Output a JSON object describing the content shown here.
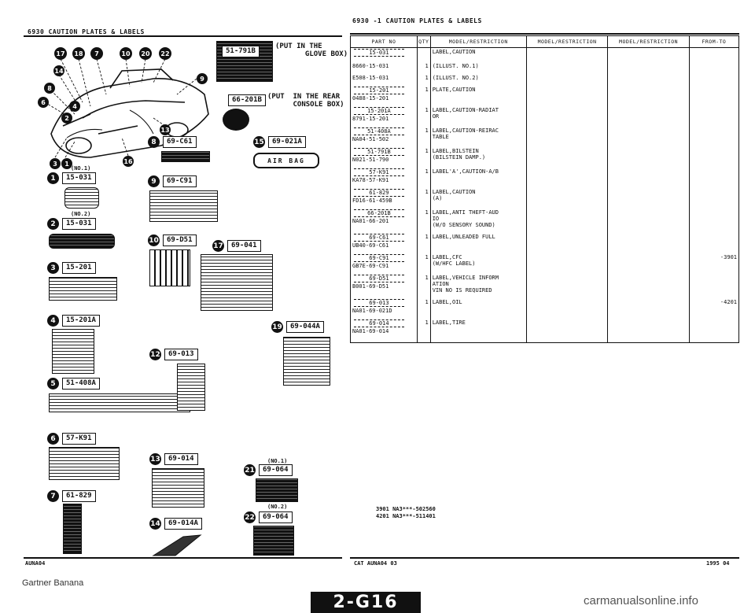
{
  "left_page": {
    "header": "6930   CAUTION PLATES & LABELS",
    "footer_code": "AUNA04",
    "notes": {
      "glove": "(PUT IN THE\n       GLOVE BOX)",
      "console": "(PUT  IN THE REAR\n      CONSOLE BOX)"
    },
    "callouts": [
      {
        "no": "1",
        "part": "15-031",
        "sub": "(NO.1)"
      },
      {
        "no": "2",
        "part": "15-031",
        "sub": "(NO.2)"
      },
      {
        "no": "3",
        "part": "15-201"
      },
      {
        "no": "4",
        "part": "15-201A"
      },
      {
        "no": "5",
        "part": "51-408A"
      },
      {
        "no": "6",
        "part": "57-K91"
      },
      {
        "no": "7",
        "part": "61-829"
      },
      {
        "no": "8",
        "part": "69-C61"
      },
      {
        "no": "9",
        "part": "69-C91"
      },
      {
        "no": "10",
        "part": "69-D51"
      },
      {
        "no": "12",
        "part": "69-013"
      },
      {
        "no": "13",
        "part": "69-014"
      },
      {
        "no": "14",
        "part": "69-014A"
      },
      {
        "no": "15",
        "part": "69-021A"
      },
      {
        "no": "17",
        "part": "69-041"
      },
      {
        "no": "19",
        "part": "69-044A"
      },
      {
        "no": "21",
        "part": "69-064",
        "sub": "(NO.1)"
      },
      {
        "no": "22",
        "part": "69-064",
        "sub": "(NO.2)"
      },
      {
        "no": "",
        "part": "51-791B"
      },
      {
        "no": "",
        "part": "66-201B"
      }
    ],
    "airbag_text": "AIR BAG",
    "diagram_numbers": [
      "17",
      "18",
      "7",
      "10",
      "20",
      "22",
      "14",
      "9",
      "8",
      "6",
      "4",
      "2",
      "3",
      "1",
      "16",
      "13"
    ]
  },
  "right_page": {
    "header": "6930  -1     CAUTION PLATES & LABELS",
    "columns": [
      "PART NO",
      "QTY",
      "MODEL/RESTRICTION",
      "MODEL/RESTRICTION",
      "MODEL/RESTRICTION",
      "FROM-TO"
    ],
    "rows": [
      {
        "box": "15-031",
        "part": "",
        "qty": "",
        "desc": "LABEL,CAUTION",
        "from_to": ""
      },
      {
        "box": "",
        "part": "8660-15-031",
        "qty": "1",
        "desc": "(ILLUST. NO.1)",
        "from_to": ""
      },
      {
        "box": "",
        "part": "E508-15-031",
        "qty": "1",
        "desc": "(ILLUST. NO.2)",
        "from_to": ""
      },
      {
        "box": "15-201",
        "part": "0488-15-201",
        "qty": "1",
        "desc": "PLATE,CAUTION",
        "from_to": ""
      },
      {
        "box": "15-201A",
        "part": "8791-15-201",
        "qty": "1",
        "desc": "LABEL,CAUTION-RADIAT\nOR",
        "from_to": ""
      },
      {
        "box": "51-408A",
        "part": "NA04-51-502",
        "qty": "1",
        "desc": "LABEL,CAUTION-REIRAC\nTABLE",
        "from_to": ""
      },
      {
        "box": "51-791B",
        "part": "N021-51-790",
        "qty": "1",
        "desc": "LABEL,BILSTEIN\n(BILSTEIN DAMP.)",
        "from_to": ""
      },
      {
        "box": "57-K91",
        "part": "KA78-57-K91",
        "qty": "1",
        "desc": "LABEL'A',CAUTION-A/B",
        "from_to": ""
      },
      {
        "box": "61-829",
        "part": "FD16-61-459B",
        "qty": "1",
        "desc": "LABEL,CAUTION\n(A)",
        "from_to": ""
      },
      {
        "box": "66-201B",
        "part": "NA01-66-201",
        "qty": "1",
        "desc": "LABEL,ANTI THEFT-AUD\nIO\n(W/O SENSORY SOUND)",
        "from_to": ""
      },
      {
        "box": "69-C61",
        "part": "UB40-69-C61",
        "qty": "1",
        "desc": "LABEL,UNLEADED FULL",
        "from_to": ""
      },
      {
        "box": "69-C91",
        "part": "GB7E-69-C91",
        "qty": "1",
        "desc": "LABEL,CFC\n(W/HFC LABEL)",
        "from_to": "-3901"
      },
      {
        "box": "69-D51",
        "part": "B001-69-D51",
        "qty": "1",
        "desc": "LABEL,VEHICLE INFORM\nATION\nVIN NO IS REQUIRED",
        "from_to": ""
      },
      {
        "box": "69-013",
        "part": "NA01-69-021D",
        "qty": "1",
        "desc": "LABEL,OIL",
        "from_to": "-4201"
      },
      {
        "box": "69-014",
        "part": "NA01-69-014",
        "qty": "1",
        "desc": "LABEL,TIRE",
        "from_to": ""
      }
    ],
    "footnotes": [
      "3901 NA3***-502560",
      "4201 NA3***-511401"
    ],
    "footer_left": "CAT  AUNA04 03",
    "footer_right": "1995 04"
  },
  "page_badge": "2-G16",
  "watermark_left": "Gartner Banana",
  "watermark_right": "carmanualsonline.info"
}
